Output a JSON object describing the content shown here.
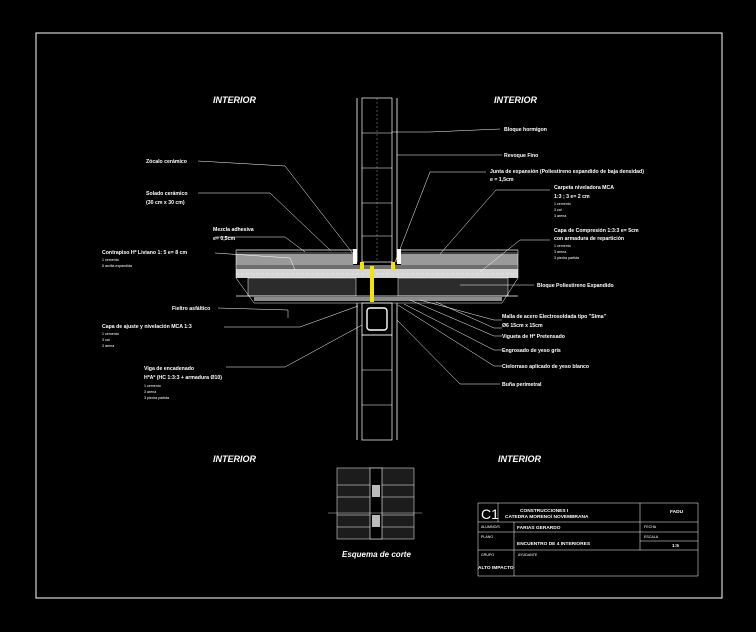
{
  "rooms": {
    "top_left": "INTERIOR",
    "top_right": "INTERIOR",
    "bottom_left": "INTERIOR",
    "bottom_right": "INTERIOR"
  },
  "right_labels": {
    "bloque": "Bloque hormigon",
    "revoque": "Revoque Fino",
    "junta_1": "Junta de expansión (Poliestireno expandido de baja densidad)",
    "junta_2": "e = 1,5cm",
    "carpeta_1": "Carpeta niveladora MCA",
    "carpeta_2": "1:3 ; 3 e= 2 cm",
    "carpeta_sub": [
      "1 cemento",
      "3 cal",
      "3 arena"
    ],
    "capa_1": "Capa de Compresión 1:3:3 e= 5cm",
    "capa_2": "con armadura de repartición",
    "capa_sub": [
      "1 cemento",
      "3 arena",
      "3 piedra partida"
    ],
    "eps": "Bloque Poliestireno Expandido",
    "malla_1": "Malla de acero Electrosoldada tipo \"Sima\"",
    "malla_2": "Ø6 15cm x 15cm",
    "vigueta": "Vigueta de Hº Pretensado",
    "enguarde": "Engrosado de yeso gris",
    "cielorraso": "Cielorraso aplicado de yeso blanco",
    "buna": "Buña perimetral"
  },
  "left_labels": {
    "zocalo": "Zócalo cerámico",
    "solado_1": "Solado cerámico",
    "solado_2": "(30 cm x 30 cm)",
    "mezcla_1": "Mezcla adhesiva",
    "mezcla_2": "e= 0,5cm",
    "contrapiso": "Contrapiso Hº Liviano 1: 5 e= 8 cm",
    "contrapiso_sub": [
      "1 cemento",
      "5 arcilla expandida"
    ],
    "fieltro": "Fieltro asfáltico",
    "capa_ajuste": "Capa de ajuste y nivelación MCA 1:3",
    "capa_ajuste_sub": [
      "1 cemento",
      "3 cal",
      "3 arena"
    ],
    "viga_1": "Viga de encadenado",
    "viga_2": "HºAº (HC 1:3:3 + armadura Ø10)",
    "viga_sub": [
      "1 cemento",
      "3 arena",
      "3 piedra partida"
    ]
  },
  "diagram_caption": "Esquema de corte",
  "title_block": {
    "code": "C1",
    "course": "CONSTRUCCIONES I",
    "chair": "CATEDRA MORENO/ NOVEMBRANA",
    "faculty": "FADU",
    "student_label": "ALUMNO/S",
    "student": "FARIAS GERARDO",
    "date_label": "FECHA",
    "plan_label": "PLANO",
    "plan": "ENCUENTRO DE 4 INTERIORES",
    "scale_label": "ESCALA",
    "scale": "1:5",
    "group_label": "GRUPO",
    "group_value": "ALTO IMPACTO",
    "ayudante_label": "AYUDANTE"
  },
  "colors": {
    "background": "#000000",
    "lines": "#ffffff",
    "hatch": "#c8c8c8",
    "accent_yellow": "#f2e600"
  }
}
